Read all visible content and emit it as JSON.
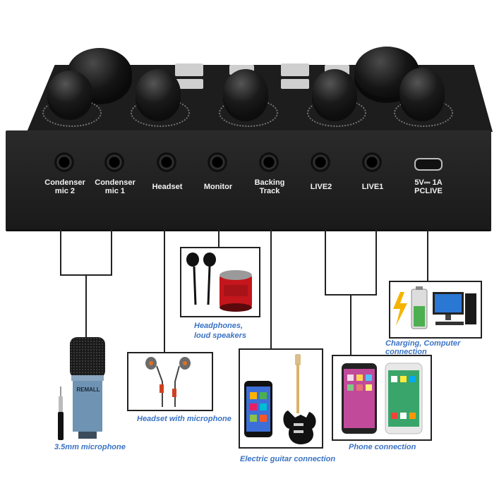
{
  "ports": [
    {
      "label_1": "Condenser",
      "label_2": "mic 2"
    },
    {
      "label_1": "Condenser",
      "label_2": "mic 1"
    },
    {
      "label_1": "Headset",
      "label_2": ""
    },
    {
      "label_1": "Monitor",
      "label_2": ""
    },
    {
      "label_1": "Backing",
      "label_2": "Track"
    },
    {
      "label_1": "LIVE2",
      "label_2": ""
    },
    {
      "label_1": "LIVE1",
      "label_2": ""
    },
    {
      "label_1": "5V⎓ 1A",
      "label_2": "PCLIVE"
    }
  ],
  "captions": {
    "microphone": "3.5mm microphone",
    "headset": "Headset with microphone",
    "headphones_1": "Headphones,",
    "headphones_2": "loud speakers",
    "guitar": "Electric guitar connection",
    "phone": "Phone connection",
    "charging": "Charging, Computer connection"
  },
  "mic_brand": "REMALL",
  "colors": {
    "caption": "#3a73c4",
    "device": "#1d1d1d",
    "speaker": "#c4161c"
  }
}
